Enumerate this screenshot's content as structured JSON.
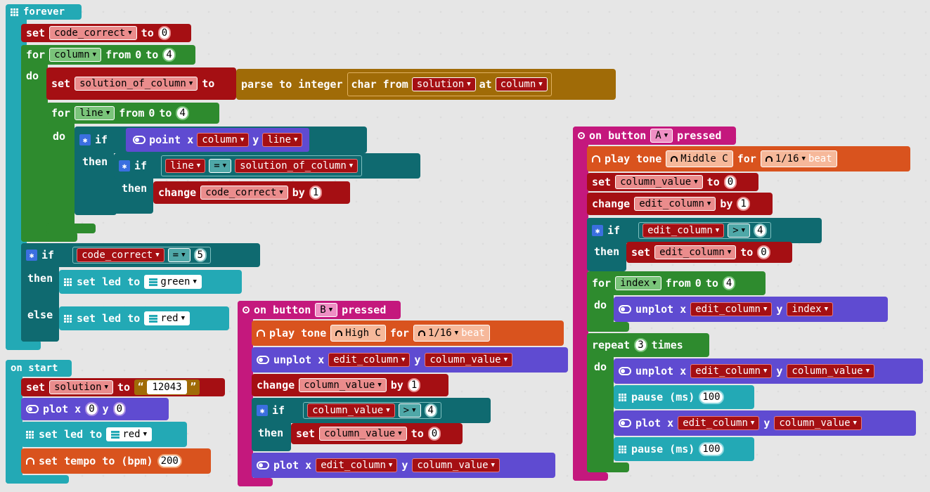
{
  "forever": {
    "hat": "forever",
    "set_kw": "set",
    "to_kw": "to",
    "for_kw": "for",
    "from_kw": "from",
    "do_kw": "do",
    "if_kw": "if",
    "then_kw": "then",
    "else_kw": "else",
    "by_kw": "by",
    "code_correct": "code_correct",
    "column": "column",
    "zero": "0",
    "four": "4",
    "one": "1",
    "five": "5",
    "solution_of_column": "solution_of_column",
    "parse": "parse to integer",
    "char_from": "char from",
    "solution": "solution",
    "at": "at",
    "line": "line",
    "point": "point x",
    "y": "y",
    "eq": "=",
    "change": "change",
    "set_led": "set led to",
    "green": "green",
    "red": "red"
  },
  "on_start": {
    "hat": "on start",
    "solution": "solution",
    "value": "12043",
    "plot": "plot x",
    "x": "0",
    "y_kw": "y",
    "y": "0",
    "set_led": "set led to",
    "red": "red",
    "set_tempo": "set tempo to (bpm)",
    "tempo": "200"
  },
  "button_b": {
    "hat_pre": "on button",
    "button": "B",
    "hat_post": "pressed",
    "play_tone": "play tone",
    "note": "High C",
    "for_kw": "for",
    "duration": "1/16",
    "beat": "beat",
    "unplot": "unplot x",
    "edit_column": "edit_column",
    "y_kw": "y",
    "column_value": "column_value",
    "change": "change",
    "by": "by",
    "one": "1",
    "if_kw": "if",
    "gt": ">",
    "four": "4",
    "then_kw": "then",
    "set": "set",
    "to": "to",
    "zero": "0",
    "plot": "plot x"
  },
  "button_a": {
    "hat_pre": "on button",
    "button": "A",
    "hat_post": "pressed",
    "play_tone": "play tone",
    "note": "Middle C",
    "for_kw": "for",
    "duration": "1/16",
    "beat": "beat",
    "set": "set",
    "to": "to",
    "zero": "0",
    "column_value": "column_value",
    "change": "change",
    "edit_column": "edit_column",
    "by": "by",
    "one": "1",
    "if_kw": "if",
    "gt": ">",
    "four": "4",
    "then_kw": "then",
    "for_kw2": "for",
    "index": "index",
    "from": "from",
    "do_kw": "do",
    "unplot": "unplot x",
    "y_kw": "y",
    "repeat": "repeat",
    "three": "3",
    "times": "times",
    "pause": "pause (ms)",
    "hundred": "100",
    "plot": "plot x"
  }
}
